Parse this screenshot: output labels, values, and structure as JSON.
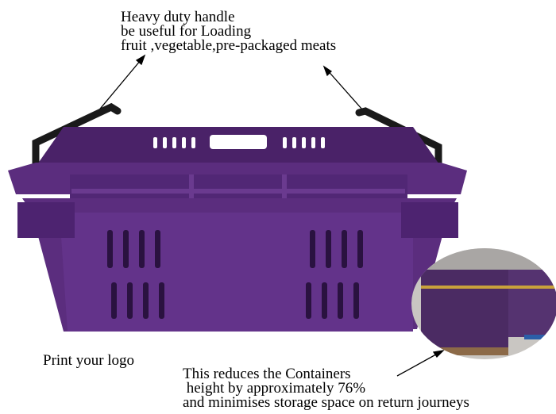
{
  "annotations": {
    "handle": [
      "Heavy duty handle",
      "be useful for Loading",
      "fruit ,vegetable,pre-packaged meats"
    ],
    "logo": "Print your logo",
    "stacking": [
      "This reduces the Containers",
      " height by approximately 76%",
      "and minimises storage space on return journeys"
    ]
  },
  "colors": {
    "basket": "#5b2d7e",
    "basket_dark": "#3e1b5a",
    "handle": "#1a1a1a"
  }
}
